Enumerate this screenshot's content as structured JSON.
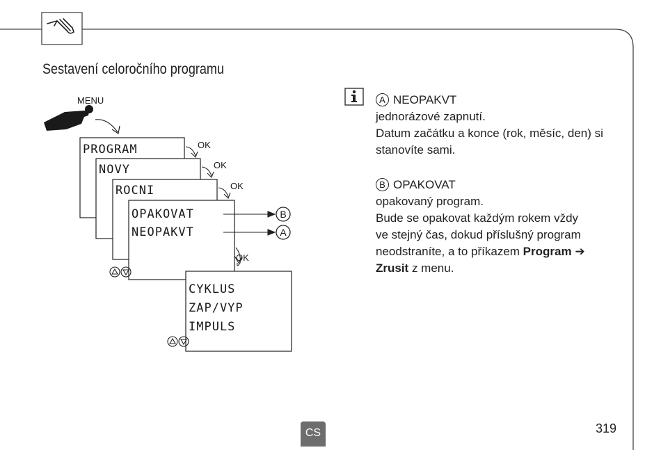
{
  "title": "Sestavení celoročního programu",
  "diagram": {
    "menu_label": "MENU",
    "ok_label": "OK",
    "screen_program": "PROGRAM",
    "screen_novy": "NOVY",
    "screen_rocni": "ROCNI",
    "option_opakovat": "OPAKOVAT",
    "option_neopakvt": "NEOPAKVT",
    "marker_b": "B",
    "marker_a": "A",
    "mode_cyklus": "CYKLUS",
    "mode_zapvyp": "ZAP/VYP",
    "mode_impuls": "IMPULS"
  },
  "info": {
    "a_marker": "A",
    "a_heading": "NEOPAKVT",
    "a_line1": "jednorázové zapnutí.",
    "a_line2": "Datum začátku a konce (rok, měsíc, den) si",
    "a_line3": "stanovíte sami.",
    "b_marker": "B",
    "b_heading": "OPAKOVAT",
    "b_line1": "opakovaný program.",
    "b_line2": "Bude se opakovat každým rokem vždy",
    "b_line3": "ve stejný čas, dokud příslušný program",
    "b_line4_pre": "neodstraníte, a to příkazem ",
    "b_bold1": "Program",
    "b_arrow": " ➔",
    "b_bold2": "Zrusit",
    "b_line5_post": " z menu."
  },
  "footer": {
    "lang": "CS",
    "page": "319"
  }
}
